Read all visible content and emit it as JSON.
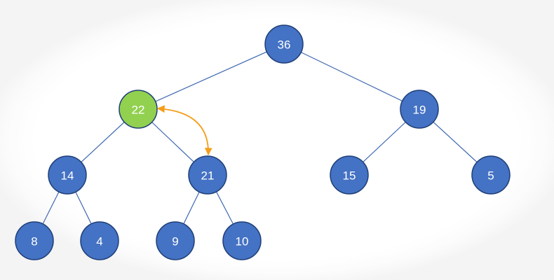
{
  "colors": {
    "node_fill": "#4472c4",
    "node_stroke": "#1f3f78",
    "highlight_fill": "#92d050",
    "highlight_stroke": "#3f7a1e",
    "edge": "#3d68b0",
    "swap_arrow": "#f59d18"
  },
  "tree": {
    "nodes": [
      {
        "id": "n36",
        "label": "36",
        "highlighted": false
      },
      {
        "id": "n22",
        "label": "22",
        "highlighted": true
      },
      {
        "id": "n19",
        "label": "19",
        "highlighted": false
      },
      {
        "id": "n14",
        "label": "14",
        "highlighted": false
      },
      {
        "id": "n21",
        "label": "21",
        "highlighted": false
      },
      {
        "id": "n15",
        "label": "15",
        "highlighted": false
      },
      {
        "id": "n5",
        "label": "5",
        "highlighted": false
      },
      {
        "id": "n8",
        "label": "8",
        "highlighted": false
      },
      {
        "id": "n4",
        "label": "4",
        "highlighted": false
      },
      {
        "id": "n9",
        "label": "9",
        "highlighted": false
      },
      {
        "id": "n10",
        "label": "10",
        "highlighted": false
      }
    ],
    "edges": [
      [
        "n36",
        "n22"
      ],
      [
        "n36",
        "n19"
      ],
      [
        "n22",
        "n14"
      ],
      [
        "n22",
        "n21"
      ],
      [
        "n19",
        "n15"
      ],
      [
        "n19",
        "n5"
      ],
      [
        "n14",
        "n8"
      ],
      [
        "n14",
        "n4"
      ],
      [
        "n21",
        "n9"
      ],
      [
        "n21",
        "n10"
      ]
    ],
    "swap": {
      "from": "n22",
      "to": "n21"
    }
  }
}
